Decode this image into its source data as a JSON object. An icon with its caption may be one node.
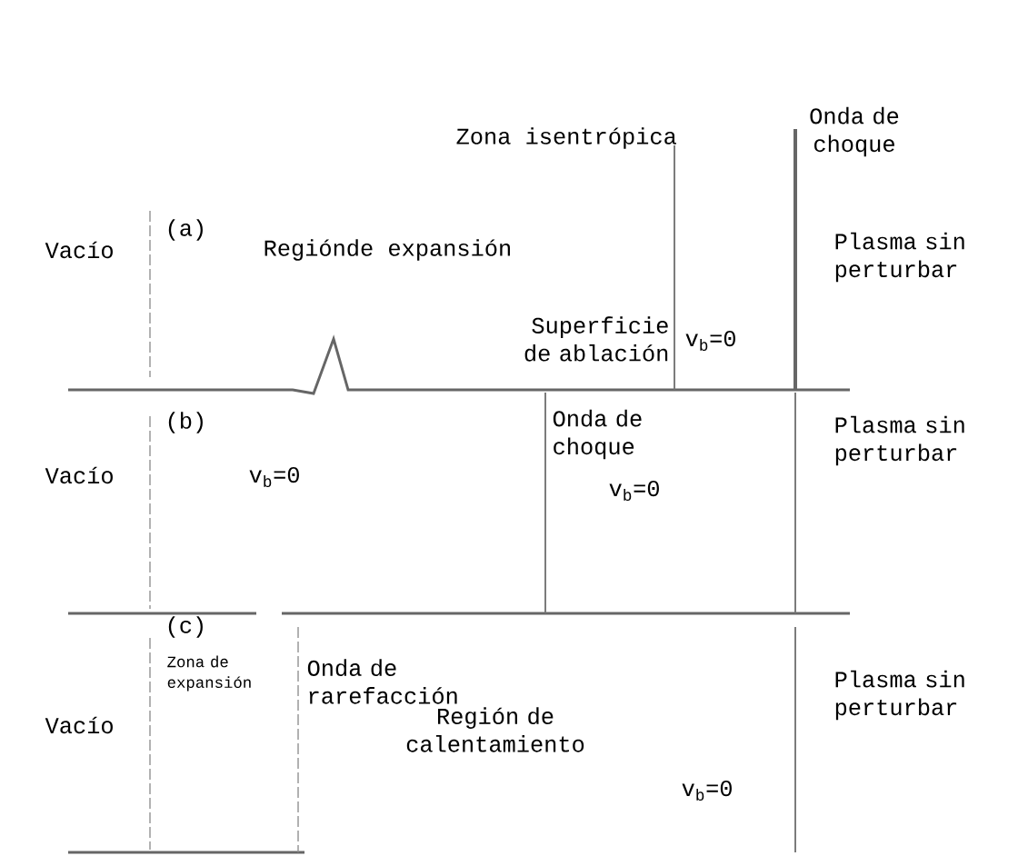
{
  "diagram": {
    "labels": [
      "Onda de choque",
      "Zona isentrópica",
      "(a)",
      "Vacío",
      "Regiónde expansión",
      "Plasma sin perturbar",
      "Superficie de ablación",
      "v$_{b}$=0",
      "(b)",
      "Onda de choque",
      "Vacío",
      "Plasma sin perturbar",
      "v$_{b}$=0",
      "v$_{b}$=0",
      "(c)",
      "Zona de expansión",
      "Onda de rarefacción",
      "Plasma sin perturbar",
      "Vacío",
      "Región de calentamiento",
      "v$_{b}$=0"
    ]
  }
}
